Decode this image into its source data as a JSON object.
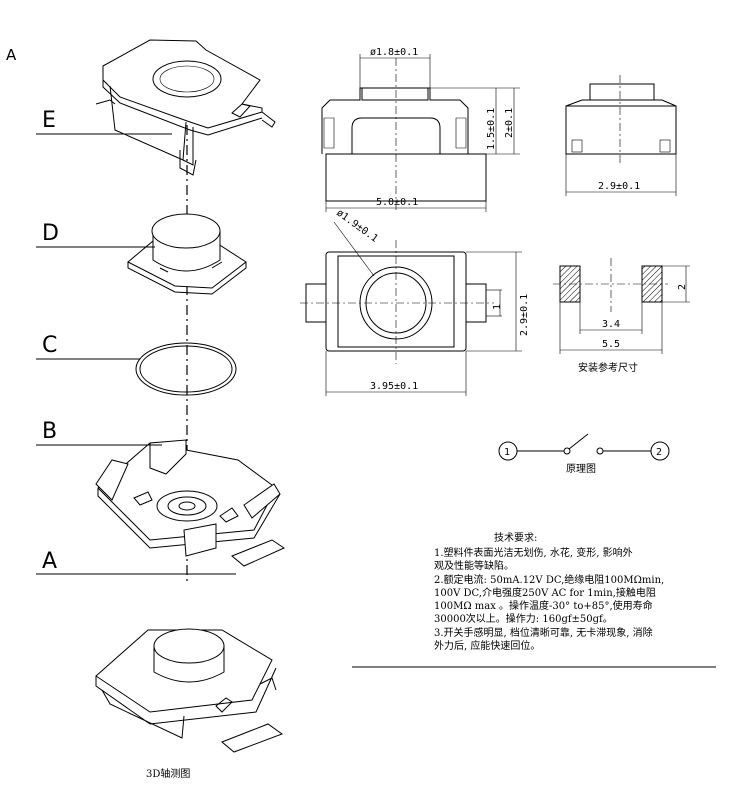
{
  "sheet_letter": "A",
  "part_labels": [
    "E",
    "D",
    "C",
    "B",
    "A"
  ],
  "caption_3d": "3D轴测图",
  "dimensions": {
    "top_diameter": "ø1.8±0.1",
    "actuator_height": "1.5±0.1",
    "total_height": "2±0.1",
    "length": "5.0±0.1",
    "side_width": "2.9±0.1",
    "ring_diameter": "ø1.9±0.1",
    "body_width": "2.9±0.1",
    "small_gap": "1",
    "body_length": "3.95±0.1"
  },
  "mounting": {
    "height": "2",
    "inner": "3.4",
    "outer": "5.5",
    "caption": "安装参考尺寸"
  },
  "schematic": {
    "pin1": "1",
    "pin2": "2",
    "caption": "原理图"
  },
  "requirements": {
    "title": "技术要求:",
    "lines": [
      "1.塑料件表面光洁无划伤, 水花, 变形, 影响外",
      "   观及性能等缺陷。",
      "2.额定电流: 50mA.12V DC,绝缘电阻100MΩmin,",
      "   100V DC,介电强度250V AC for 1min,接触电阻",
      "   100MΩ max 。操作温度-30° to+85°,使用寿命",
      "   30000次以上。操作力: 160gf±50gf。",
      "3.开关手感明显, 档位清晰可靠, 无卡滞现象, 消除",
      "   外力后, 应能快速回位。"
    ]
  }
}
